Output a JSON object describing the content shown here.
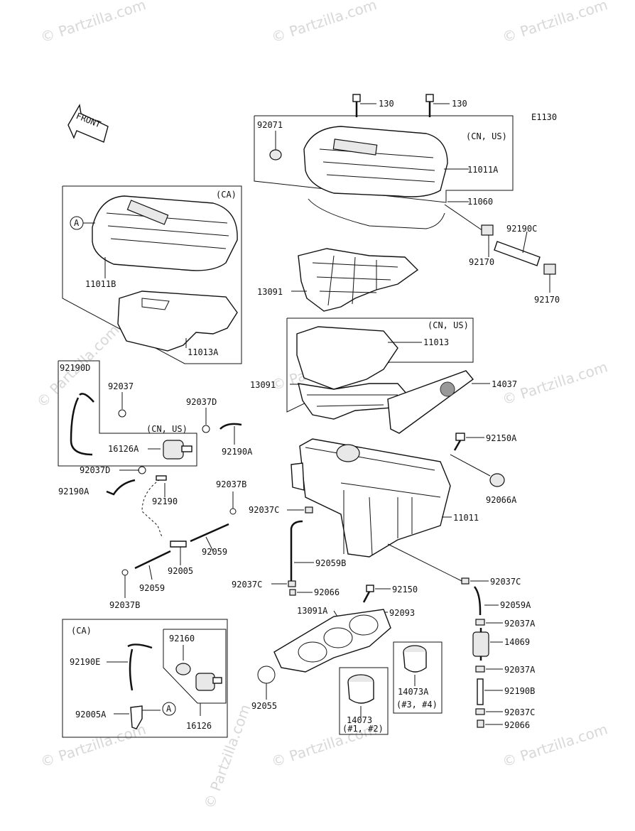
{
  "diagram_code": "E1130",
  "front_label": "FRONT",
  "callout_a": "A",
  "watermarks": [
    "© Partzilla.com",
    "© Partzilla.com",
    "© Partzilla.com",
    "© Partzilla.com",
    "© Partzilla.com",
    "© Partzilla.com",
    "© Partzilla.com",
    "© Partzilla.com",
    "© Partzilla.com",
    "© Partzilla.com"
  ],
  "groups": {
    "cn_us_1": "(CN, US)",
    "ca_1": "(CA)",
    "cn_us_2": "(CN, US)",
    "cn_us_3": "(CN, US)",
    "ca_2": "(CA)",
    "cyl_12": "(#1, #2)",
    "cyl_34": "(#3, #4)"
  },
  "parts": {
    "p130a": "130",
    "p130b": "130",
    "p92071": "92071",
    "p11011a": "11011A",
    "p11060": "11060",
    "p11011b": "11011B",
    "p11013a": "11013A",
    "p92190c": "92190C",
    "p92170a": "92170",
    "p92170b": "92170",
    "p13091a": "13091",
    "p11013": "11013",
    "p13091b": "13091",
    "p14037": "14037",
    "p92190d": "92190D",
    "p92037": "92037",
    "p92037d1": "92037D",
    "p16126a": "16126A",
    "p92190a1": "92190A",
    "p92037d2": "92037D",
    "p92190a2": "92190A",
    "p92190": "92190",
    "p92037b1": "92037B",
    "p92037c1": "92037C",
    "p92059a": "92059",
    "p92005": "92005",
    "p92059b_l": "92059",
    "p92037b2": "92037B",
    "p92150a": "92150A",
    "p92066a": "92066A",
    "p11011": "11011",
    "p92059b": "92059B",
    "p92037c2": "92037C",
    "p92066_1": "92066",
    "p92150": "92150",
    "p13091ax": "13091A",
    "p92093": "92093",
    "p92037c3": "92037C",
    "p92059a2": "92059A",
    "p92037a1": "92037A",
    "p14069": "14069",
    "p92037a2": "92037A",
    "p92190b": "92190B",
    "p92037c4": "92037C",
    "p92066_2": "92066",
    "p92160": "92160",
    "p92190e": "92190E",
    "p92005a": "92005A",
    "p16126": "16126",
    "p92055": "92055",
    "p14073": "14073",
    "p14073a": "14073A"
  }
}
